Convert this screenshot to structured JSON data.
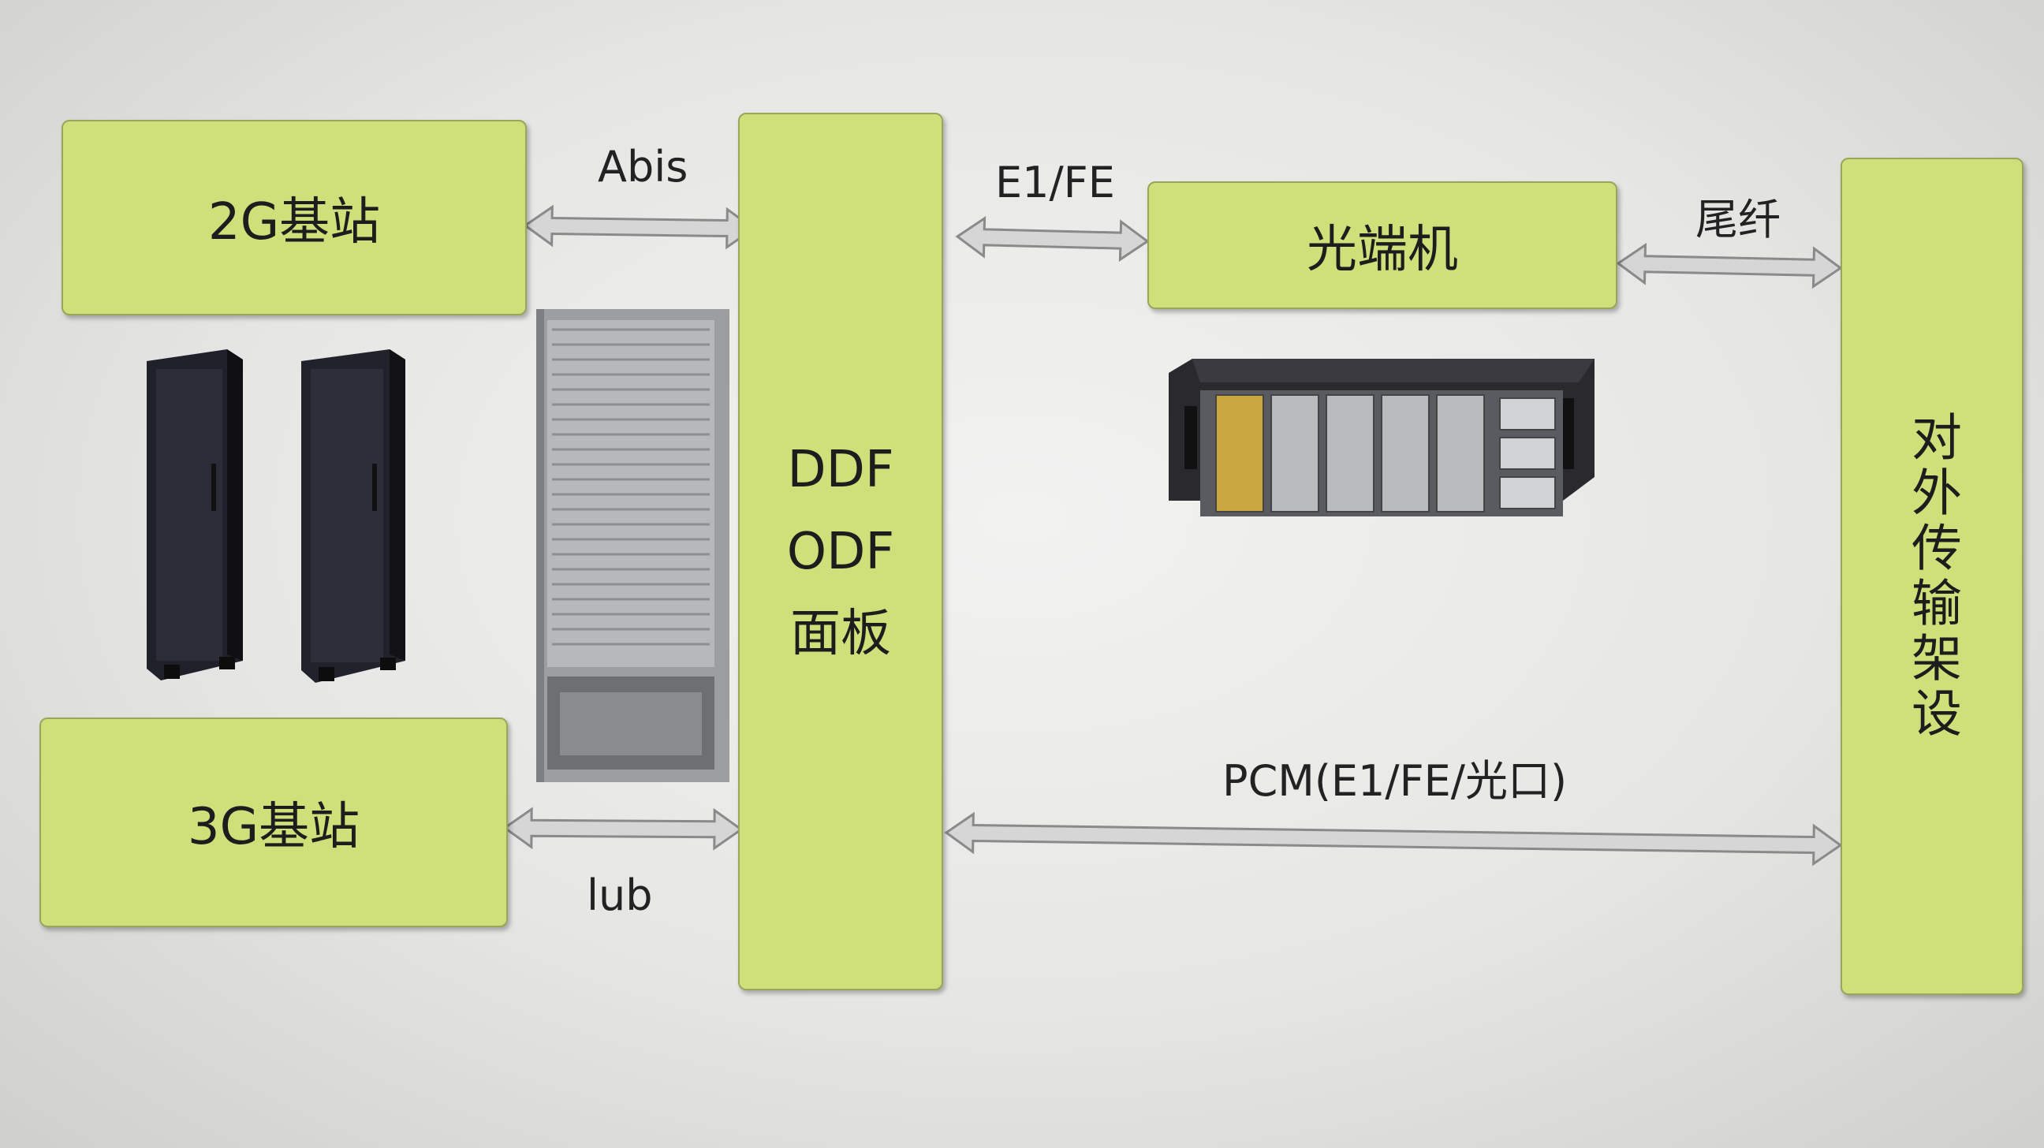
{
  "colors": {
    "box_fill": "#cfe07a",
    "box_border": "#9aa55a",
    "arrow_fill": "#d6d6d6",
    "arrow_stroke": "#8a8a8a"
  },
  "boxes": {
    "bts_2g": "2G基站",
    "bts_3g": "3G基站",
    "ddf_lines": [
      "DDF",
      "ODF",
      "面板"
    ],
    "optical_terminal": "光端机",
    "external_transmission": "对外传输架设"
  },
  "links": {
    "abis": "Abis",
    "iub": "lub",
    "e1fe": "E1/FE",
    "pigtail": "尾纤",
    "pcm": "PCM(E1/FE/光口)"
  },
  "equipment_icons": [
    "bts-cabinet-icon",
    "bts-cabinet-icon",
    "ddf-rack-icon",
    "optical-terminal-chassis-icon"
  ]
}
